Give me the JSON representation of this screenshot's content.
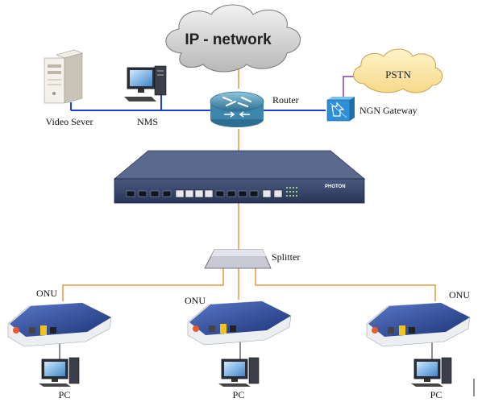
{
  "clouds": {
    "ip_network": "IP - network",
    "pstn": "PSTN"
  },
  "nodes": {
    "video_server": "Video Sever",
    "nms": "NMS",
    "router": "Router",
    "ngn_gateway": "NGN Gateway",
    "splitter": "Splitter",
    "onu_left": "ONU",
    "onu_middle": "ONU",
    "onu_right": "ONU",
    "pc_left": "PC",
    "pc_middle": "PC",
    "pc_right": "PC"
  },
  "olt": {
    "brand": "PHOTON"
  },
  "colors": {
    "ethernet_link": "#1a3fd1",
    "fiber_link": "#e8963f",
    "pstn_link": "#8a3aa0",
    "device_body": "#2b3f6a"
  }
}
